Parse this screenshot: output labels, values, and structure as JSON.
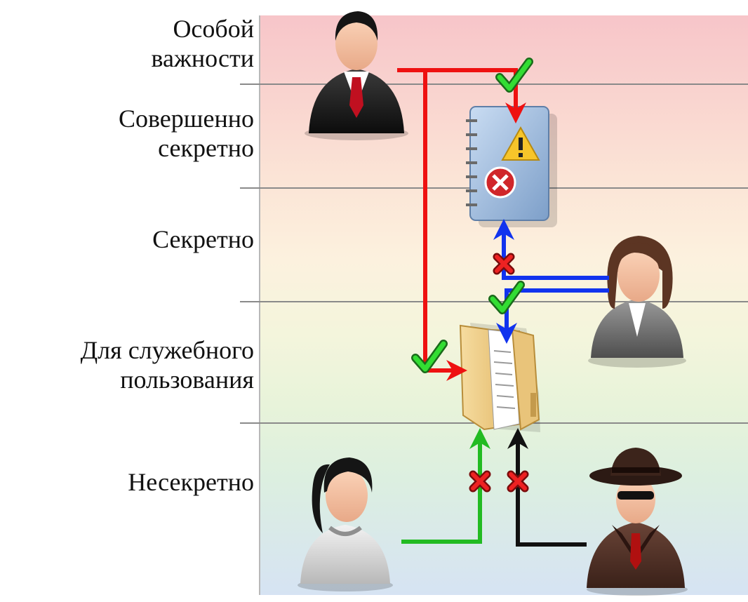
{
  "levels": [
    {
      "label": "Особой\nважности"
    },
    {
      "label": "Совершенно\nсекретно"
    },
    {
      "label": "Секретно"
    },
    {
      "label": "Для служебного\nпользования"
    },
    {
      "label": "Несекретно"
    }
  ],
  "colors": {
    "top_secret_flow": "#ee1111",
    "secret_flow": "#1133ee",
    "unclassified_flow": "#22bb22",
    "spy_flow": "#111111",
    "allowed_mark": "#33dd33",
    "denied_mark": "#ee2222"
  },
  "icons": [
    "businessman-icon",
    "notebook-warning-icon",
    "businesswoman-icon",
    "folder-documents-icon",
    "user-girl-icon",
    "spy-icon",
    "check-icon",
    "cross-icon"
  ]
}
